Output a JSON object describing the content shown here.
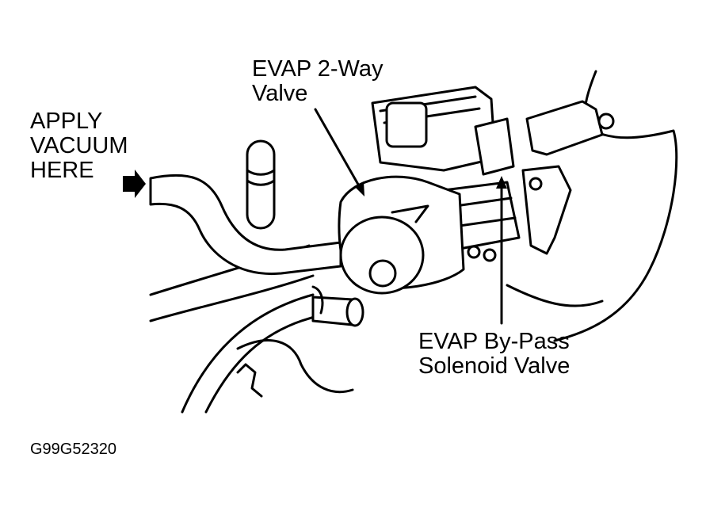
{
  "labels": {
    "apply": [
      "APPLY",
      "VACUUM",
      "HERE"
    ],
    "evap_2way": [
      "EVAP 2-Way",
      "Valve"
    ],
    "bypass": [
      "EVAP By-Pass",
      "Solenoid Valve"
    ]
  },
  "figure_code": "G99G52320",
  "icons": {
    "arrow": "right-pointing-arrow-icon"
  }
}
